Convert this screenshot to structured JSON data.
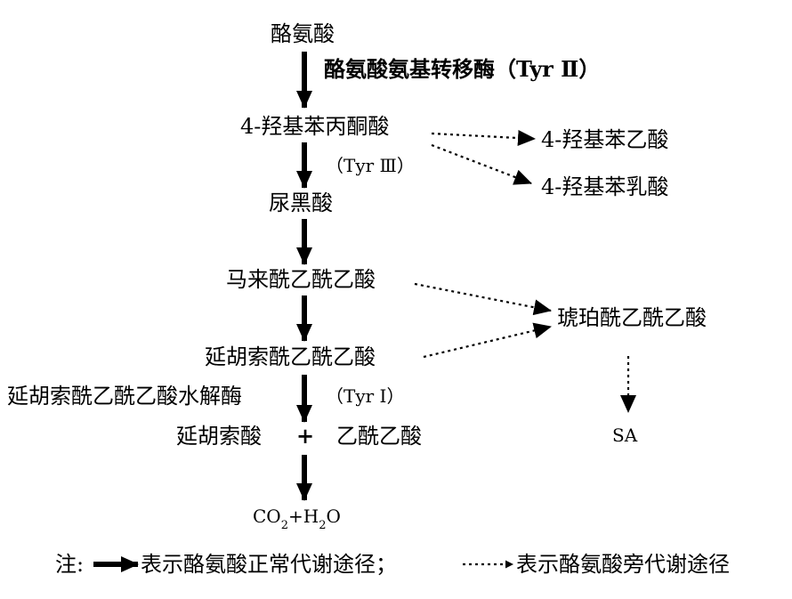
{
  "diagram": {
    "main_pathway": {
      "tyrosine": "酪氨酸",
      "enzyme_1": "酪氨酸氨基转移酶（Tyr Ⅱ）",
      "hppa": "4-羟基苯丙酮酸",
      "enzyme_2": "（Tyr Ⅲ）",
      "homogentisate": "尿黑酸",
      "maleylacetoacetate": "马来酰乙酰乙酸",
      "fumarylacetoacetate": "延胡索酰乙酰乙酸",
      "hydrolase": "延胡索酰乙酰乙酸水解酶",
      "enzyme_3": "（Tyr Ⅰ）",
      "fumarate": "延胡索酸",
      "plus": "+",
      "acetoacetate": "乙酰乙酸",
      "co2": "CO",
      "co2_sub": "2",
      "plus_h2o": "+H",
      "h2o_sub": "2",
      "h2o_o": "O"
    },
    "side_pathway": {
      "hpaa": "4-羟基苯乙酸",
      "hpla": "4-羟基苯乳酸",
      "succinylacetoacetate": "琥珀酰乙酰乙酸",
      "sa": "SA"
    },
    "note": {
      "prefix": "注:",
      "solid_desc": "表示酪氨酸正常代谢途径；",
      "dotted_desc": "表示酪氨酸旁代谢途径"
    }
  }
}
